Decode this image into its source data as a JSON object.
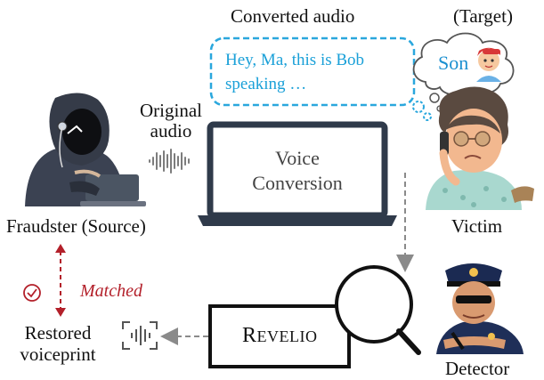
{
  "labels": {
    "converted_audio": "Converted audio",
    "target": "(Target)",
    "bubble_text": "Hey, Ma, this is Bob speaking …",
    "son": "Son",
    "original_audio_line1": "Original",
    "original_audio_line2": "audio",
    "voice_conversion_line1": "Voice",
    "voice_conversion_line2": "Conversion",
    "fraudster": "Fraudster (Source)",
    "victim": "Victim",
    "matched": "Matched",
    "restored_line1": "Restored",
    "restored_line2": "voiceprint",
    "revelio_first": "R",
    "revelio_rest": "EVELIO",
    "detector": "Detector"
  },
  "icons": {
    "fraudster": "hooded-hacker-icon",
    "victim": "elderly-woman-phone-icon",
    "son": "boy-avatar-icon",
    "detector": "police-officer-icon",
    "magnifier": "magnifying-glass-icon",
    "check": "check-circle-icon",
    "voiceprint": "voiceprint-scan-icon"
  },
  "colors": {
    "bubble_border": "#2aa7dd",
    "bubble_text": "#1aa0d8",
    "matched": "#b3202a",
    "arrow_gray": "#8a8a8a",
    "waveform_blue": "#1e90d6",
    "monitor": "#2f3a4a"
  }
}
